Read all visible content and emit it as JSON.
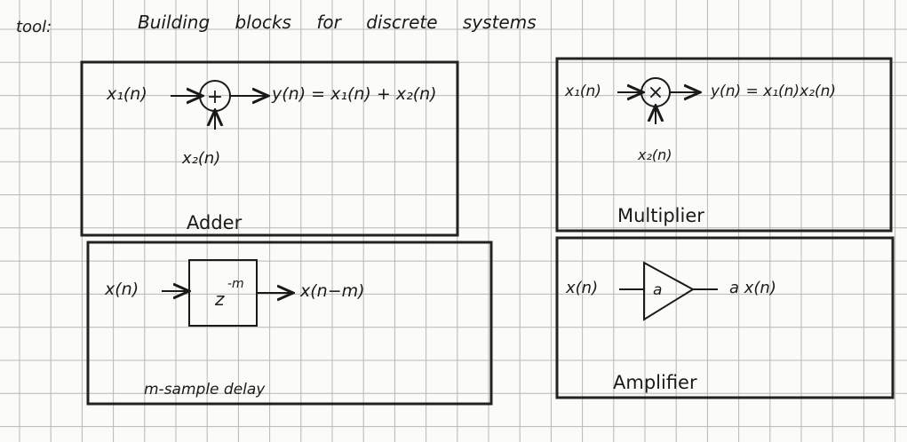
{
  "header": {
    "label": "tool:",
    "title": "Building blocks for discrete systems"
  },
  "blocks": {
    "adder": {
      "input1": "x₁(n)",
      "input2": "x₂(n)",
      "output": "y(n) = x₁(n) + x₂(n)",
      "symbol": "+",
      "caption": "Adder"
    },
    "multiplier": {
      "input1": "x₁(n)",
      "input2": "x₂(n)",
      "output": "y(n) = x₁(n)x₂(n)",
      "symbol": "×",
      "caption": "Multiplier"
    },
    "delay": {
      "input": "x(n)",
      "operator": "z",
      "exponent": "-m",
      "output": "x(n−m)",
      "caption": "m-sample delay"
    },
    "amplifier": {
      "input": "x(n)",
      "gain": "a",
      "output": "a x(n)",
      "caption": "Amplifier"
    }
  },
  "colors": {
    "ink": "#1a1a1a",
    "grid": "#b8b8b8",
    "paper": "#fbfbf8"
  }
}
